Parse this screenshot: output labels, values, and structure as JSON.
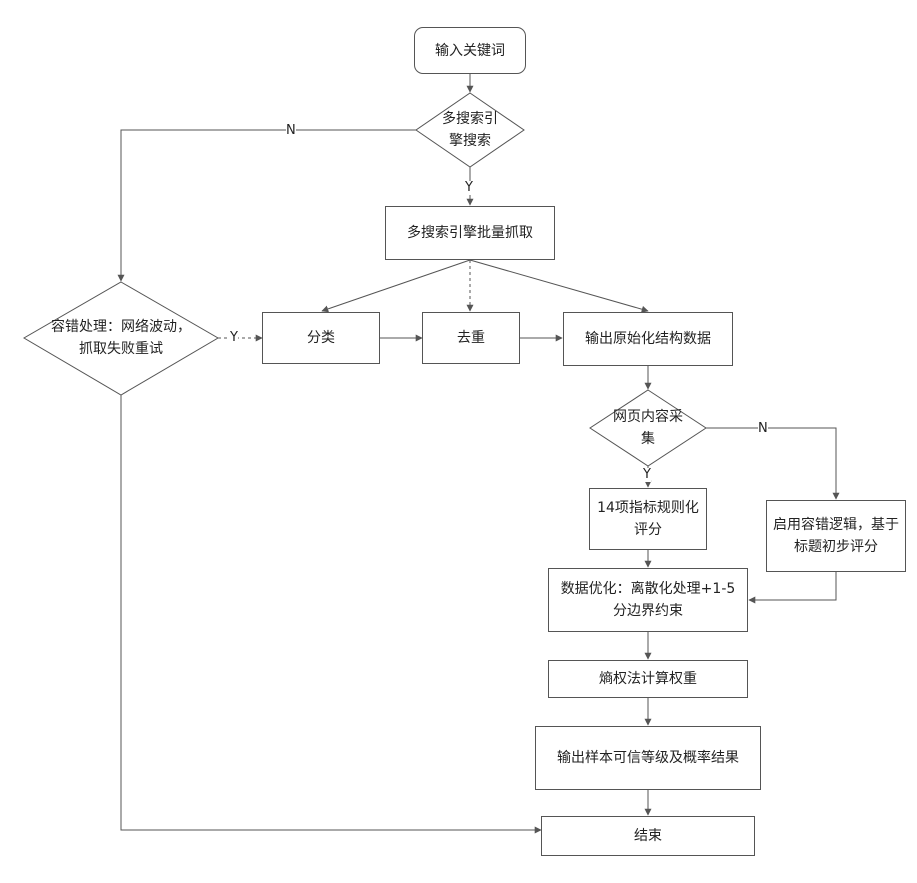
{
  "nodes": {
    "start": "输入关键词",
    "decision_search": "多搜索引擎搜索",
    "batch_crawl": "多搜索引擎批量抓取",
    "fault_tolerance": "容错处理：网络波动，抓取失败重试",
    "classify": "分类",
    "dedup": "去重",
    "output_struct": "输出原始化结构数据",
    "decision_collect": "网页内容采集",
    "indicator_scoring": "14项指标规则化评分",
    "fallback_scoring": "启用容错逻辑，基于标题初步评分",
    "data_optimize": "数据优化：离散化处理+1-5分边界约束",
    "entropy_weight": "熵权法计算权重",
    "output_result": "输出样本可信等级及概率结果",
    "end": "结束"
  },
  "edge_labels": {
    "search_no": "N",
    "search_yes": "Y",
    "retry_yes": "Y",
    "collect_no": "N",
    "collect_yes": "Y"
  },
  "colors": {
    "line": "#555555",
    "border": "#555555",
    "text": "#222222"
  }
}
